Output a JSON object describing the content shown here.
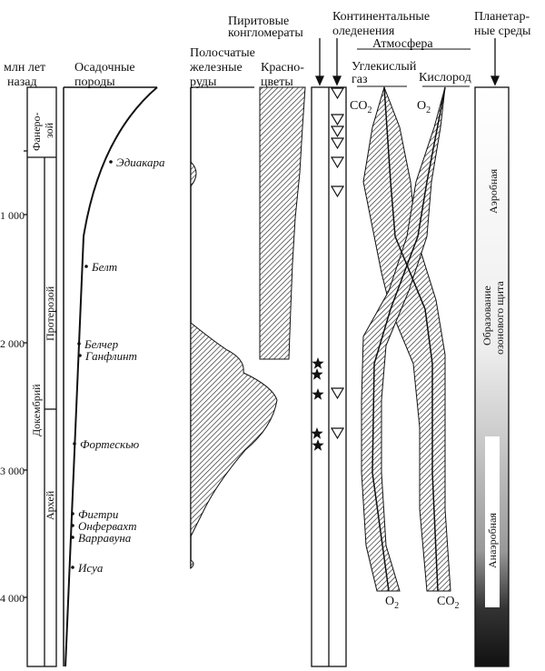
{
  "headers": {
    "age_line1": "млн лет",
    "age_line2": "назад",
    "sed_line1": "Осадочные",
    "sed_line2": "породы",
    "iron_line1": "Полосчатые",
    "iron_line2": "железные",
    "iron_line3": "руды",
    "red_line1": "Красно-",
    "red_line2": "цветы",
    "pyrite_line1": "Пиритовые",
    "pyrite_line2": "конгломераты",
    "glacial_line1": "Континентальные",
    "glacial_line2": "оледенения",
    "atmosphere": "Атмосфера",
    "co2_line1": "Углекислый",
    "co2_line2": "газ",
    "o2_header": "Кислород",
    "planet_line1": "Планетар-",
    "planet_line2": "ные среды"
  },
  "age_ticks": [
    "1 000",
    "2 000",
    "3 000",
    "4 000"
  ],
  "eons": {
    "phanerozoic_1": "Фанеро-",
    "phanerozoic_2": "зой",
    "precambrian": "Докембрий",
    "proterozoic": "Протерозой",
    "archean": "Архей"
  },
  "localities": [
    "Эдиакара",
    "Белт",
    "Белчер",
    "Ганфлинт",
    "Фортескью",
    "Фигтри",
    "Онфервахт",
    "Варравуна",
    "Исуа"
  ],
  "gases": {
    "co2": "CO",
    "o2": "O",
    "sub": "2"
  },
  "environments": {
    "aerobic": "Аэробная",
    "ozone_1": "Образование",
    "ozone_2": "озонового щита",
    "anaerobic": "Анаэробная"
  }
}
